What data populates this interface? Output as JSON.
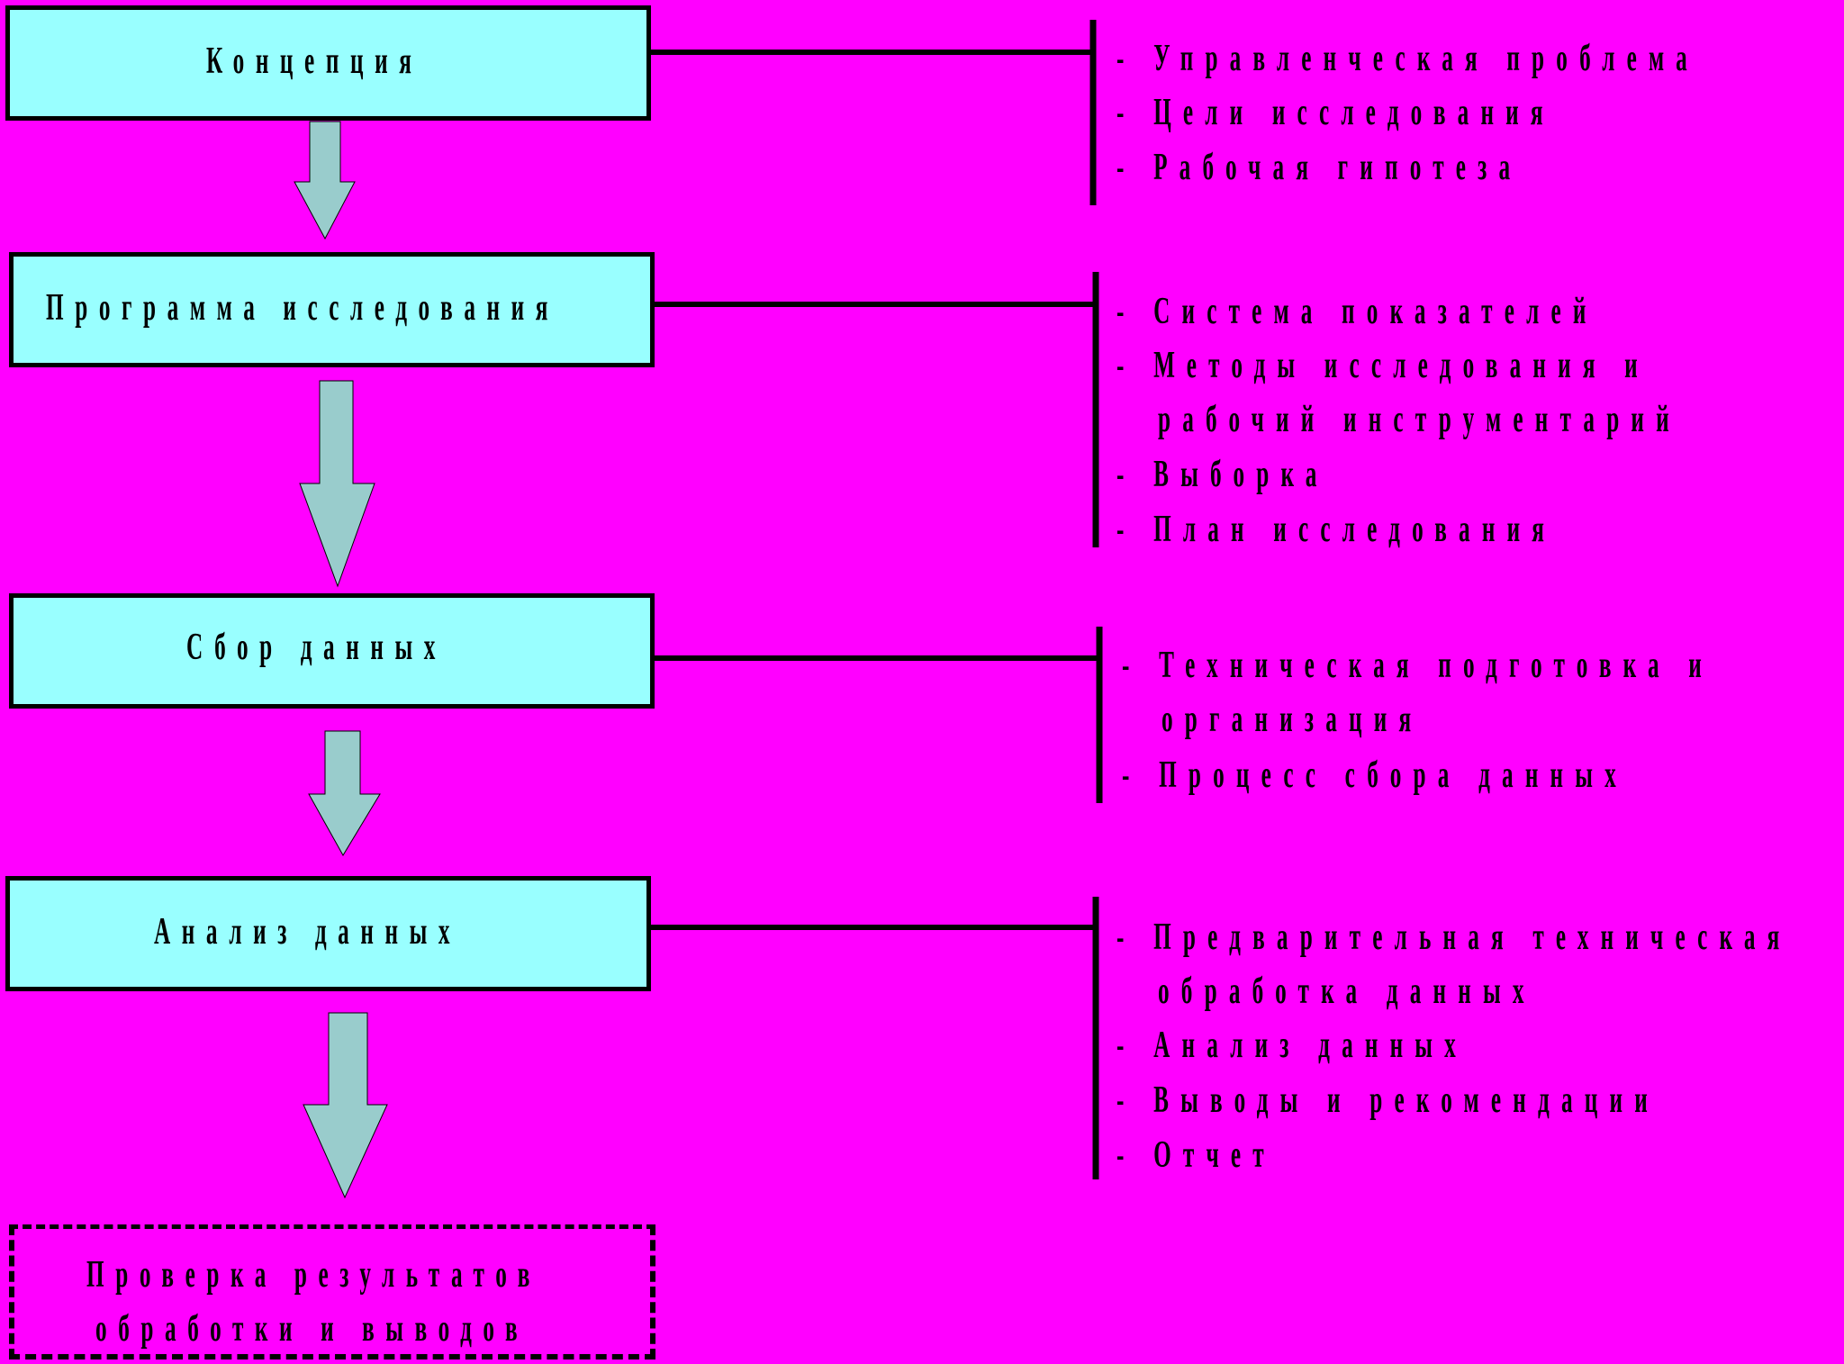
{
  "colors": {
    "background": "#FF00FF",
    "box_fill": "#99FFFF",
    "arrow_fill": "#99CCCC",
    "line": "#000000"
  },
  "stages": [
    {
      "title": "Концепция",
      "details": [
        "- Управленческая проблема",
        "- Цели исследования",
        "- Рабочая гипотеза"
      ]
    },
    {
      "title": "Программа исследования",
      "details": [
        "- Система показателей",
        "- Методы исследования и",
        "рабочий инструментарий",
        "- Выборка",
        "- План исследования"
      ]
    },
    {
      "title": "Сбор данных",
      "details": [
        "- Техническая подготовка и",
        "организация",
        "- Процесс сбора данных"
      ]
    },
    {
      "title": "Анализ данных",
      "details": [
        "- Предварительная техническая",
        "обработка данных",
        "- Анализ данных",
        "- Выводы и рекомендации",
        "- Отчет"
      ]
    }
  ],
  "final_box": {
    "line1": "Проверка результатов",
    "line2": "обработки и выводов"
  }
}
